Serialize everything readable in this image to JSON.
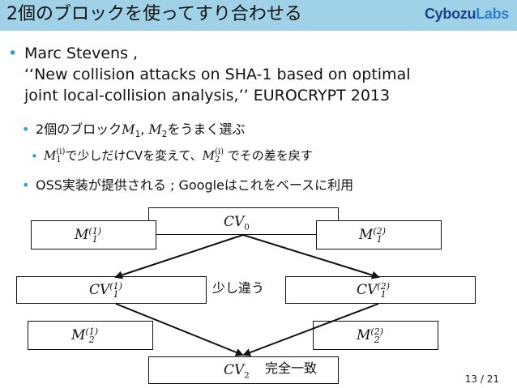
{
  "header": {
    "title": "2個のブロックを使ってすり合わせる",
    "logo_part1": "Cybozu",
    "logo_part2": "Labs",
    "colors": {
      "bar": "#9fd2e6",
      "bullet": "#2a9fd0",
      "logo": "#1c3f8a"
    }
  },
  "bullets": {
    "b1_line1": "Marc Stevens ,",
    "b1_line2": "‘‘New collision attacks on SHA-1 based on optimal",
    "b1_line3": "joint local-collision analysis,’’ EUROCRYPT 2013",
    "b2_prefix": "2個のブロック",
    "b2_m": "M",
    "b2_sub1": "1",
    "b2_sep": ", ",
    "b2_sub2": "2",
    "b2_suffix": "をうまく選ぶ",
    "b3_m": "M",
    "b3_sup": "(i)",
    "b3_sub": "1",
    "b3_mid": "で少しだけCVを変えて、",
    "b3_m2": "M",
    "b3_sup2": "(i)",
    "b3_sub2": "2",
    "b3_suffix": " でその差を戻す",
    "b4": "OSS実装が提供される ; Googleはこれをベースに利用"
  },
  "diagram": {
    "cv0": "CV",
    "cv0_sub": "0",
    "m1a": "M",
    "m1a_sup": "(1)",
    "m1a_sub": "1",
    "m1b": "M",
    "m1b_sup": "(2)",
    "m1b_sub": "1",
    "cv1a": "CV",
    "cv1a_sup": "(1)",
    "cv1a_sub": "1",
    "cv1b": "CV",
    "cv1b_sup": "(2)",
    "cv1b_sub": "1",
    "slightly_diff": "少し違う",
    "m2a": "M",
    "m2a_sup": "(1)",
    "m2a_sub": "2",
    "m2b": "M",
    "m2b_sup": "(2)",
    "m2b_sub": "2",
    "cv2": "CV",
    "cv2_sub": "2",
    "match": "完全一致"
  },
  "footer": {
    "page": "13 / 21"
  }
}
